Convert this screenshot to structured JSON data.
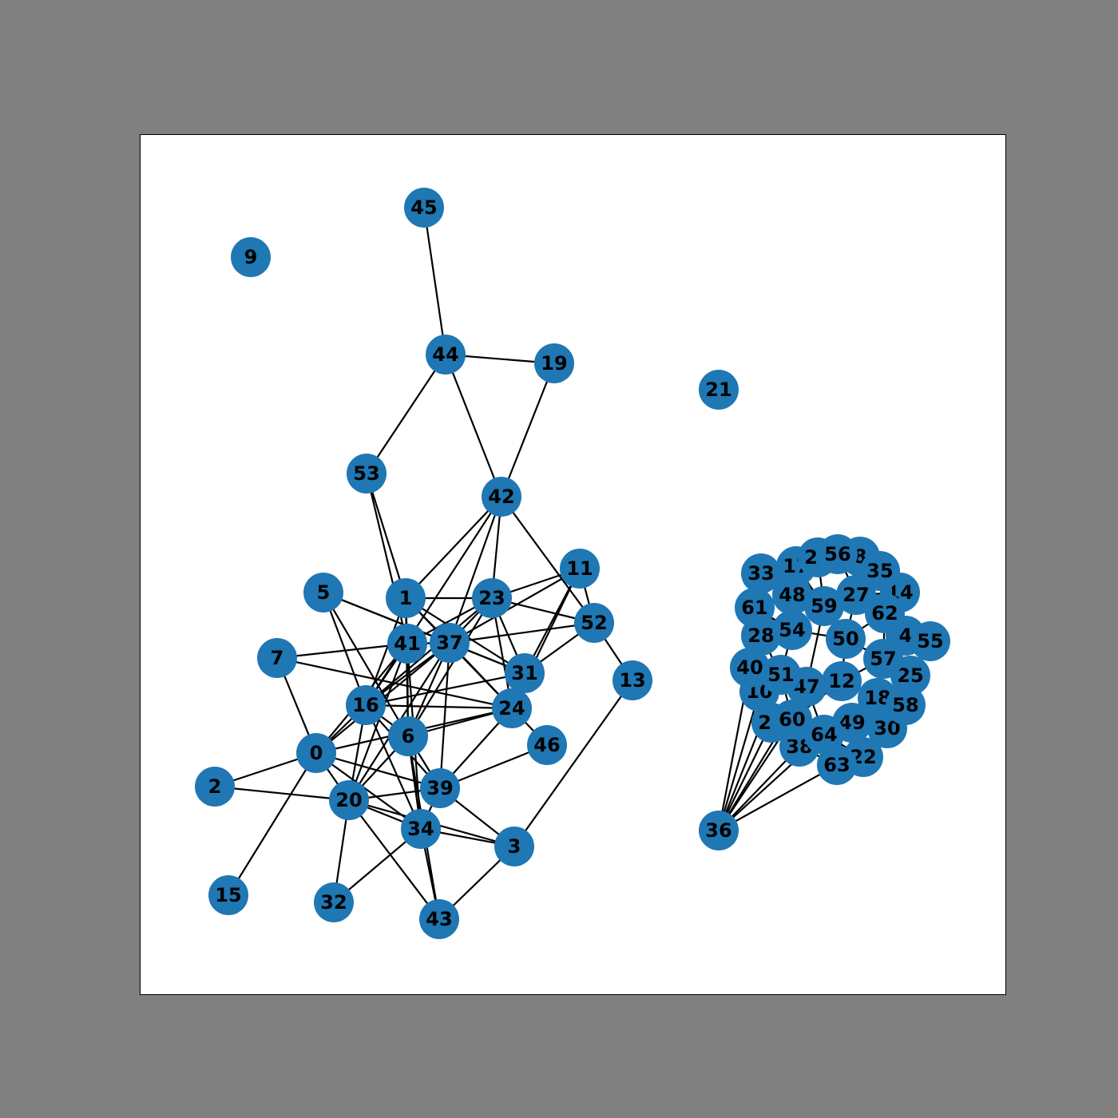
{
  "figure": {
    "background_color": "#808080",
    "plot_background_color": "#ffffff",
    "node_color": "#1f77b4",
    "edge_color": "#000000",
    "label_color": "#000000"
  },
  "graph": {
    "nodes": [
      "0",
      "1",
      "2",
      "3",
      "4",
      "5",
      "6",
      "7",
      "8",
      "9",
      "10",
      "11",
      "12",
      "13",
      "14",
      "15",
      "16",
      "17",
      "18",
      "19",
      "20",
      "21",
      "22",
      "23",
      "24",
      "25",
      "26",
      "27",
      "28",
      "29",
      "30",
      "31",
      "32",
      "33",
      "34",
      "35",
      "36",
      "37",
      "38",
      "39",
      "40",
      "41",
      "42",
      "43",
      "44",
      "45",
      "46",
      "47",
      "48",
      "49",
      "50",
      "51",
      "52",
      "53",
      "54",
      "55",
      "56",
      "57",
      "58",
      "59",
      "60",
      "61",
      "62",
      "63",
      "64"
    ],
    "edges": [
      [
        "45",
        "44"
      ],
      [
        "44",
        "19"
      ],
      [
        "44",
        "53"
      ],
      [
        "44",
        "42"
      ],
      [
        "19",
        "42"
      ],
      [
        "53",
        "1"
      ],
      [
        "53",
        "41"
      ],
      [
        "42",
        "1"
      ],
      [
        "42",
        "23"
      ],
      [
        "42",
        "52"
      ],
      [
        "42",
        "37"
      ],
      [
        "42",
        "16"
      ],
      [
        "11",
        "23"
      ],
      [
        "11",
        "37"
      ],
      [
        "11",
        "31"
      ],
      [
        "11",
        "24"
      ],
      [
        "11",
        "52"
      ],
      [
        "52",
        "23"
      ],
      [
        "52",
        "37"
      ],
      [
        "52",
        "13"
      ],
      [
        "52",
        "31"
      ],
      [
        "13",
        "3"
      ],
      [
        "1",
        "23"
      ],
      [
        "1",
        "41"
      ],
      [
        "1",
        "37"
      ],
      [
        "1",
        "16"
      ],
      [
        "1",
        "6"
      ],
      [
        "1",
        "31"
      ],
      [
        "1",
        "24"
      ],
      [
        "5",
        "37"
      ],
      [
        "5",
        "31"
      ],
      [
        "5",
        "16"
      ],
      [
        "5",
        "6"
      ],
      [
        "7",
        "41"
      ],
      [
        "7",
        "0"
      ],
      [
        "7",
        "24"
      ],
      [
        "23",
        "41"
      ],
      [
        "23",
        "37"
      ],
      [
        "23",
        "16"
      ],
      [
        "23",
        "31"
      ],
      [
        "23",
        "24"
      ],
      [
        "23",
        "6"
      ],
      [
        "41",
        "16"
      ],
      [
        "41",
        "6"
      ],
      [
        "41",
        "0"
      ],
      [
        "41",
        "37"
      ],
      [
        "41",
        "20"
      ],
      [
        "41",
        "34"
      ],
      [
        "37",
        "31"
      ],
      [
        "37",
        "24"
      ],
      [
        "37",
        "16"
      ],
      [
        "37",
        "6"
      ],
      [
        "37",
        "39"
      ],
      [
        "37",
        "0"
      ],
      [
        "37",
        "20"
      ],
      [
        "37",
        "46"
      ],
      [
        "31",
        "16"
      ],
      [
        "31",
        "24"
      ],
      [
        "16",
        "24"
      ],
      [
        "16",
        "6"
      ],
      [
        "16",
        "0"
      ],
      [
        "16",
        "20"
      ],
      [
        "16",
        "34"
      ],
      [
        "16",
        "39"
      ],
      [
        "24",
        "6"
      ],
      [
        "24",
        "39"
      ],
      [
        "24",
        "0"
      ],
      [
        "6",
        "39"
      ],
      [
        "6",
        "34"
      ],
      [
        "6",
        "20"
      ],
      [
        "6",
        "43"
      ],
      [
        "0",
        "2"
      ],
      [
        "0",
        "15"
      ],
      [
        "0",
        "20"
      ],
      [
        "0",
        "39"
      ],
      [
        "0",
        "34"
      ],
      [
        "2",
        "20"
      ],
      [
        "20",
        "39"
      ],
      [
        "20",
        "34"
      ],
      [
        "20",
        "32"
      ],
      [
        "20",
        "43"
      ],
      [
        "20",
        "3"
      ],
      [
        "39",
        "46"
      ],
      [
        "39",
        "34"
      ],
      [
        "39",
        "3"
      ],
      [
        "34",
        "3"
      ],
      [
        "34",
        "43"
      ],
      [
        "34",
        "32"
      ],
      [
        "43",
        "3"
      ],
      [
        "36",
        "40"
      ],
      [
        "36",
        "10"
      ],
      [
        "36",
        "26"
      ],
      [
        "36",
        "51"
      ],
      [
        "36",
        "60"
      ],
      [
        "36",
        "47"
      ],
      [
        "36",
        "38"
      ],
      [
        "36",
        "64"
      ],
      [
        "36",
        "63"
      ],
      [
        "29",
        "56"
      ],
      [
        "56",
        "8"
      ],
      [
        "29",
        "17"
      ],
      [
        "17",
        "48"
      ],
      [
        "48",
        "59"
      ],
      [
        "59",
        "27"
      ],
      [
        "27",
        "14"
      ],
      [
        "14",
        "35"
      ],
      [
        "35",
        "8"
      ],
      [
        "8",
        "27"
      ],
      [
        "33",
        "48"
      ],
      [
        "33",
        "61"
      ],
      [
        "61",
        "54"
      ],
      [
        "54",
        "50"
      ],
      [
        "50",
        "27"
      ],
      [
        "50",
        "62"
      ],
      [
        "62",
        "14"
      ],
      [
        "62",
        "4"
      ],
      [
        "4",
        "55"
      ],
      [
        "4",
        "57"
      ],
      [
        "57",
        "25"
      ],
      [
        "25",
        "18"
      ],
      [
        "18",
        "58"
      ],
      [
        "58",
        "30"
      ],
      [
        "30",
        "22"
      ],
      [
        "22",
        "63"
      ],
      [
        "63",
        "38"
      ],
      [
        "38",
        "26"
      ],
      [
        "26",
        "10"
      ],
      [
        "10",
        "40"
      ],
      [
        "40",
        "28"
      ],
      [
        "28",
        "54"
      ],
      [
        "28",
        "61"
      ],
      [
        "51",
        "47"
      ],
      [
        "47",
        "12"
      ],
      [
        "12",
        "57"
      ],
      [
        "12",
        "18"
      ],
      [
        "18",
        "49"
      ],
      [
        "49",
        "64"
      ],
      [
        "64",
        "60"
      ],
      [
        "60",
        "51"
      ],
      [
        "51",
        "54"
      ],
      [
        "47",
        "59"
      ],
      [
        "12",
        "50"
      ],
      [
        "49",
        "30"
      ],
      [
        "64",
        "22"
      ],
      [
        "60",
        "38"
      ],
      [
        "10",
        "51"
      ],
      [
        "40",
        "51"
      ],
      [
        "59",
        "50"
      ],
      [
        "48",
        "54"
      ],
      [
        "17",
        "59"
      ],
      [
        "29",
        "59"
      ],
      [
        "56",
        "27"
      ],
      [
        "35",
        "62"
      ],
      [
        "62",
        "57"
      ],
      [
        "57",
        "50"
      ],
      [
        "57",
        "18"
      ],
      [
        "18",
        "30"
      ],
      [
        "49",
        "22"
      ],
      [
        "12",
        "60"
      ],
      [
        "47",
        "64"
      ],
      [
        "51",
        "28"
      ],
      [
        "26",
        "60"
      ],
      [
        "17",
        "33"
      ],
      [
        "14",
        "4"
      ],
      [
        "55",
        "25"
      ],
      [
        "25",
        "58"
      ]
    ]
  }
}
